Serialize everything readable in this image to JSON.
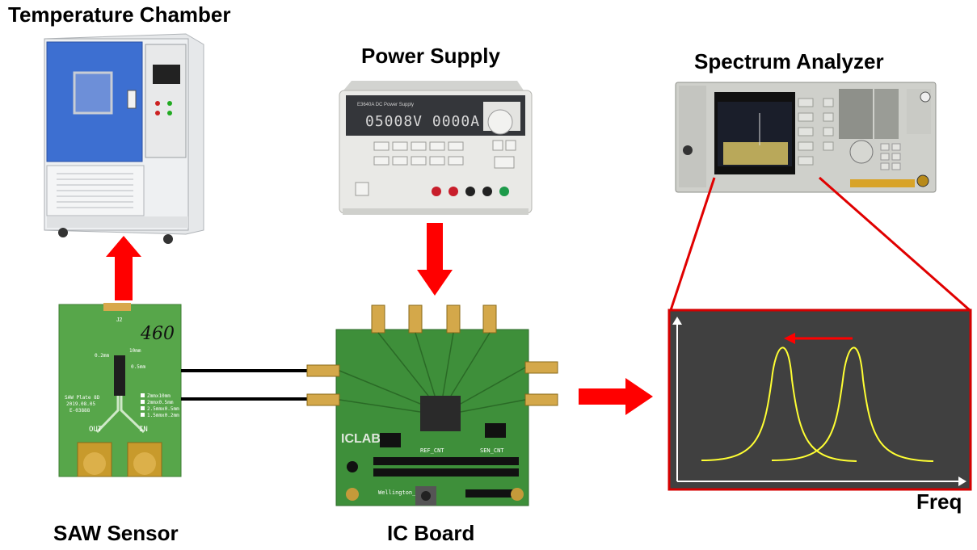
{
  "labels": {
    "temperature_chamber": "Temperature Chamber",
    "power_supply": "Power Supply",
    "spectrum_analyzer": "Spectrum Analyzer",
    "saw_sensor": "SAW Sensor",
    "ic_board": "IC Board",
    "freq_axis": "Freq"
  },
  "power_supply_readout": "05008V 0000A",
  "saw_pcb": {
    "handwritten": "460",
    "dims_top": "10mm",
    "dim_left": "0.2mm",
    "dim_right": "0.5mm",
    "title_lines": [
      "SAW Plate 8D",
      "2019.08.05",
      "E-03888"
    ],
    "legend": [
      "Zmmx10mm",
      "2mmx0.5mm",
      "2.5mmx0.5mm",
      "1.5mmx0.2mm"
    ],
    "port_out": "OUT",
    "port_in": "IN",
    "top_connector": "J2"
  },
  "ic_board_text": {
    "logo": "ICLAB",
    "ref_cnt": "REF_CNT",
    "sen_cnt": "SEN_CNT",
    "maker": "Wellington_C"
  },
  "colors": {
    "arrow": "#ff0000",
    "curve": "#ffff33",
    "zoom_bg": "#404040",
    "zoom_border": "#d40000"
  }
}
